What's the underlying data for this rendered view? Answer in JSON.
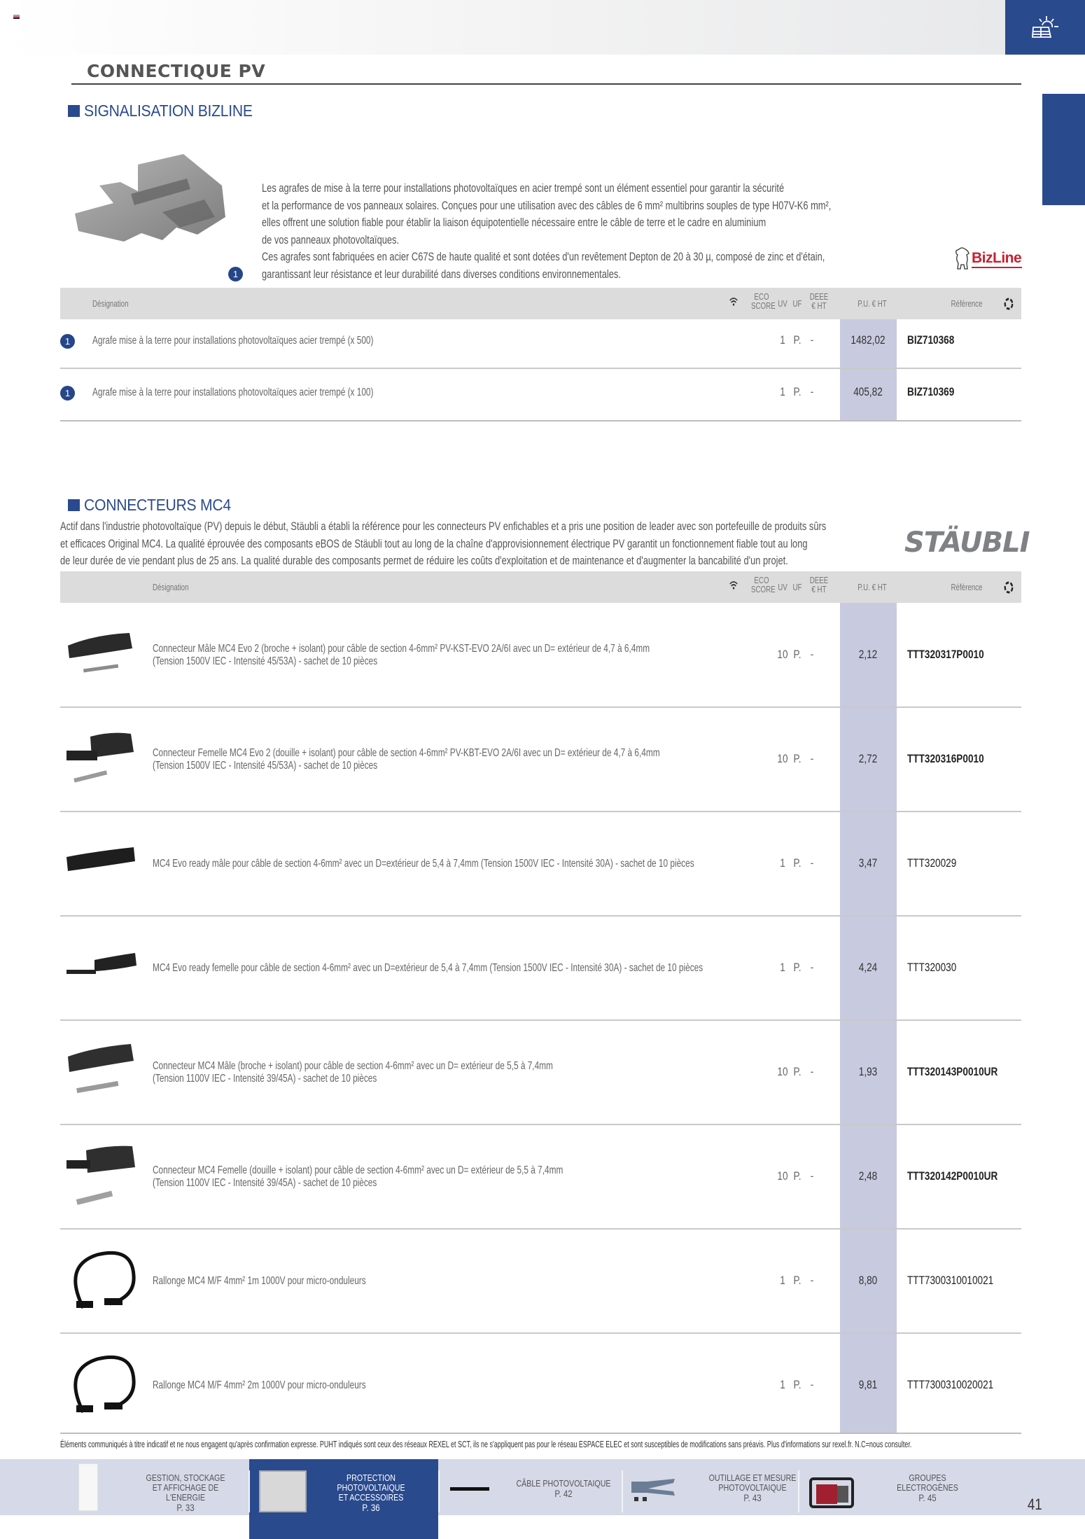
{
  "header": {
    "page_title": "CONNECTIQUE PV",
    "category_icon": "solar-panel-sun-icon"
  },
  "colors": {
    "brand_blue": "#2a4a8e",
    "price_column": "#c8cadf",
    "table_header": "#dcdcdc",
    "bizline_red": "#c8202f"
  },
  "table_headers": {
    "designation": "Désignation",
    "wifi_icon": "wifi-icon",
    "eco_score_l1": "ECO",
    "eco_score_l2": "SCORE",
    "uv": "UV",
    "uf": "UF",
    "deee_l1": "DEEE",
    "deee_l2": "€ HT",
    "price": "P.U. € HT",
    "reference": "Référence",
    "recycle_icon": "recycle-icon"
  },
  "bizline": {
    "section_title": "SIGNALISATION BIZLINE",
    "image_badge": "1",
    "logo_text": "BizLine",
    "description": [
      "Les agrafes de mise à la terre pour installations photovoltaïques en acier trempé sont un élément essentiel pour garantir la sécurité",
      "et la performance de vos panneaux solaires. Conçues pour une utilisation avec des câbles de 6 mm² multibrins souples de type H07V-K6 mm²,",
      "elles offrent une solution fiable pour établir la liaison équipotentielle nécessaire entre le câble de terre et le cadre en aluminium",
      "de vos panneaux photovoltaïques.",
      "Ces agrafes sont fabriquées en acier C67S de haute qualité et sont dotées d'un revêtement Depton de 20 à 30 µ, composé de zinc et d'étain,",
      "garantissant leur résistance et leur durabilité dans diverses conditions environnementales."
    ],
    "rows": [
      {
        "badge": "1",
        "designation": "Agrafe mise à la terre pour installations photovoltaïques acier trempé (x 500)",
        "uv": "1",
        "uf": "P.",
        "deee": "-",
        "price": "1482,02",
        "reference": "BIZ710368"
      },
      {
        "badge": "1",
        "designation": "Agrafe mise à la terre pour installations photovoltaïques acier trempé (x 100)",
        "uv": "1",
        "uf": "P.",
        "deee": "-",
        "price": "405,82",
        "reference": "BIZ710369"
      }
    ]
  },
  "mc4": {
    "section_title": "CONNECTEURS MC4",
    "logo_text": "STÄUBLI",
    "description": [
      "Actif dans l'industrie photovoltaïque (PV) depuis le début, Stäubli a établi la référence pour les connecteurs PV enfichables et a pris une position de leader avec son portefeuille de produits sûrs",
      "et efficaces Original MC4. La qualité éprouvée des composants eBOS de Stäubli tout au long de la chaîne d'approvisionnement électrique PV garantit un fonctionnement fiable tout au long",
      "de leur durée de vie pendant plus de 25 ans. La qualité durable des composants permet de réduire les coûts d'exploitation et de maintenance et d'augmenter la bancabilité d'un projet."
    ],
    "rows": [
      {
        "image": "mc4-male-connector",
        "line1": "Connecteur Mâle MC4 Evo 2 (broche + isolant) pour câble de section 4-6mm² PV-KST-EVO 2A/6I avec un D= extérieur de 4,7 à 6,4mm",
        "line2": "(Tension 1500V IEC - Intensité 45/53A) - sachet de 10 pièces",
        "uv": "10",
        "uf": "P.",
        "deee": "-",
        "price": "2,12",
        "reference": "TTT320317P0010",
        "ref_bold": true
      },
      {
        "image": "mc4-female-connector",
        "line1": "Connecteur Femelle MC4 Evo 2 (douille + isolant) pour câble de section 4-6mm² PV-KBT-EVO 2A/6I avec un D= extérieur de 4,7 à 6,4mm",
        "line2": "(Tension 1500V IEC - Intensité 45/53A) - sachet de 10 pièces",
        "uv": "10",
        "uf": "P.",
        "deee": "-",
        "price": "2,72",
        "reference": "TTT320316P0010",
        "ref_bold": true
      },
      {
        "image": "mc4-ready-male",
        "line1": "MC4 Evo ready mâle pour câble de section 4-6mm² avec un D=extérieur de 5,4 à 7,4mm (Tension 1500V IEC - Intensité 30A) - sachet de 10 pièces",
        "line2": "",
        "uv": "1",
        "uf": "P.",
        "deee": "-",
        "price": "3,47",
        "reference": "TTT320029",
        "ref_bold": false
      },
      {
        "image": "mc4-ready-female",
        "line1": "MC4 Evo ready femelle pour câble de section 4-6mm² avec un D=extérieur de 5,4 à 7,4mm (Tension 1500V IEC - Intensité 30A) - sachet de 10 pièces",
        "line2": "",
        "uv": "1",
        "uf": "P.",
        "deee": "-",
        "price": "4,24",
        "reference": "TTT320030",
        "ref_bold": false
      },
      {
        "image": "mc4-male-1100v",
        "line1": "Connecteur MC4 Mâle (broche + isolant) pour câble de section 4-6mm² avec un D= extérieur de 5,5 à 7,4mm",
        "line2": "(Tension 1100V IEC - Intensité 39/45A) - sachet de 10 pièces",
        "uv": "10",
        "uf": "P.",
        "deee": "-",
        "price": "1,93",
        "reference": "TTT320143P0010UR",
        "ref_bold": true
      },
      {
        "image": "mc4-female-1100v",
        "line1": "Connecteur MC4 Femelle (douille + isolant) pour câble de section 4-6mm² avec un D= extérieur de 5,5 à 7,4mm",
        "line2": "(Tension 1100V IEC - Intensité 39/45A) - sachet de 10 pièces",
        "uv": "10",
        "uf": "P.",
        "deee": "-",
        "price": "2,48",
        "reference": "TTT320142P0010UR",
        "ref_bold": true
      },
      {
        "image": "mc4-extension-cable",
        "line1": "Rallonge MC4 M/F 4mm² 1m 1000V  pour micro-onduleurs",
        "line2": "",
        "uv": "1",
        "uf": "P.",
        "deee": "-",
        "price": "8,80",
        "reference": "TTT7300310010021",
        "ref_bold": false
      },
      {
        "image": "mc4-extension-cable",
        "line1": "Rallonge MC4 M/F 4mm² 2m 1000V  pour micro-onduleurs",
        "line2": "",
        "uv": "1",
        "uf": "P.",
        "deee": "-",
        "price": "9,81",
        "reference": "TTT7300310020021",
        "ref_bold": false
      }
    ]
  },
  "footnote": "Éléments communiqués à titre indicatif et ne nous engagent qu'après confirmation expresse. PUHT indiqués sont ceux des réseaux REXEL et SCT, ils ne s'appliquent pas pour le réseau ESPACE ELEC et sont susceptibles de modifications sans préavis. Plus d'informations sur rexel.fr. N.C=nous consulter.",
  "bottom_nav": {
    "items": [
      {
        "l1": "GESTION, STOCKAGE",
        "l2": "ET AFFICHAGE DE L'ENERGIE",
        "page": "P. 33",
        "active": false
      },
      {
        "l1": "PROTECTION PHOTOVOLTAIQUE",
        "l2": "ET ACCESSOIRES",
        "page": "P. 36",
        "active": true
      },
      {
        "l1": "CÂBLE PHOTOVOLTAIQUE",
        "l2": "",
        "page": "P. 42",
        "active": false
      },
      {
        "l1": "OUTILLAGE ET MESURE",
        "l2": "PHOTOVOLTAIQUE",
        "page": "P. 43",
        "active": false
      },
      {
        "l1": "GROUPES",
        "l2": "ELECTROGÈNES",
        "page": "P. 45",
        "active": false
      }
    ],
    "page_number": "41"
  }
}
